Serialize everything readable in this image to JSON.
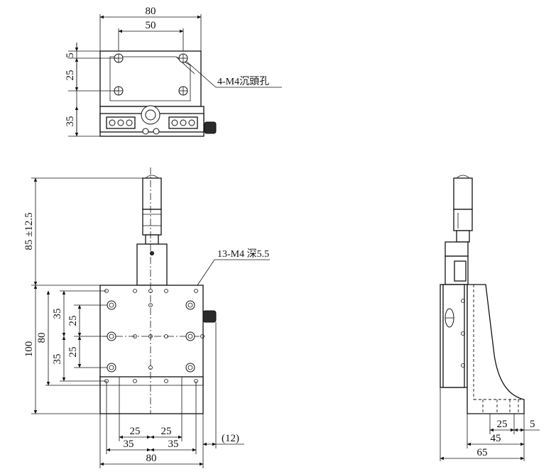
{
  "top_view": {
    "dims": {
      "width_outer": "80",
      "width_holes": "50",
      "edge_offset": "5",
      "hole_pitch": "25",
      "base_depth": "35"
    },
    "hole_note": "4-M4沉頭孔"
  },
  "front_view": {
    "dims": {
      "micrometer_height": "85 ±12.5",
      "total_height": "100",
      "table_height": "80",
      "row_spacing_upper": "35",
      "row_spacing_lower": "35",
      "inner_spacing_upper": "25",
      "inner_spacing_lower": "25",
      "col_inner_left": "25",
      "col_inner_right": "25",
      "col_outer_left": "35",
      "col_outer_right": "35",
      "bottom_width": "80",
      "knob_offset": "(12)"
    },
    "hole_note": "13-M4 深5.5"
  },
  "side_view": {
    "dims": {
      "foot_hole_spacing": "25",
      "foot_edge": "5",
      "foot_length": "45",
      "overall_depth": "65"
    }
  }
}
